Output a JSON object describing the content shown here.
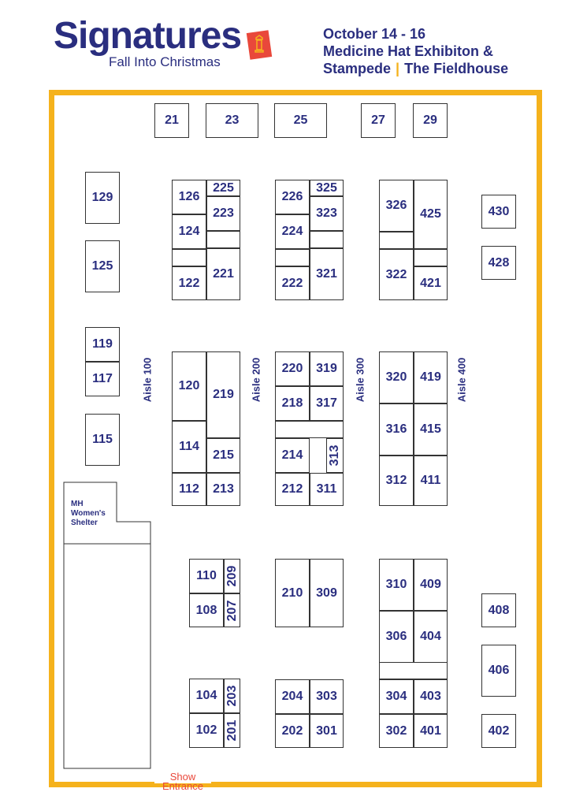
{
  "header": {
    "logo_title": "Signatures",
    "logo_subtitle": "Fall Into Christmas",
    "logo_icon": "lantern-icon",
    "dates": "October 14 - 16",
    "venue_line1": "Medicine Hat Exhibiton &",
    "venue_line2a": "Stampede",
    "venue_separator": "|",
    "venue_line2b": "The Fieldhouse"
  },
  "entrance": {
    "line1": "Show",
    "line2": "Entrance"
  },
  "shelter": {
    "line1": "MH",
    "line2": "Women's",
    "line3": "Shelter"
  },
  "aisles": [
    "Aisle 100",
    "Aisle 200",
    "Aisle 300",
    "Aisle 400"
  ],
  "booths": [
    "21",
    "23",
    "25",
    "27",
    "29",
    "129",
    "125",
    "119",
    "117",
    "115",
    "126",
    "225",
    "223",
    "124",
    "122",
    "221",
    "226",
    "325",
    "323",
    "224",
    "222",
    "321",
    "326",
    "425",
    "322",
    "421",
    "430",
    "428",
    "120",
    "219",
    "114",
    "215",
    "112",
    "213",
    "220",
    "319",
    "218",
    "317",
    "214",
    "313",
    "212",
    "311",
    "320",
    "419",
    "316",
    "415",
    "312",
    "411",
    "110",
    "209",
    "108",
    "207",
    "210",
    "309",
    "310",
    "409",
    "306",
    "404",
    "304",
    "403",
    "302",
    "401",
    "408",
    "406",
    "402",
    "104",
    "203",
    "102",
    "201",
    "204",
    "303",
    "202",
    "301"
  ],
  "colors": {
    "brand_navy": "#2a2e7f",
    "border_gold": "#f5b21c",
    "entrance_red": "#e9483b"
  }
}
